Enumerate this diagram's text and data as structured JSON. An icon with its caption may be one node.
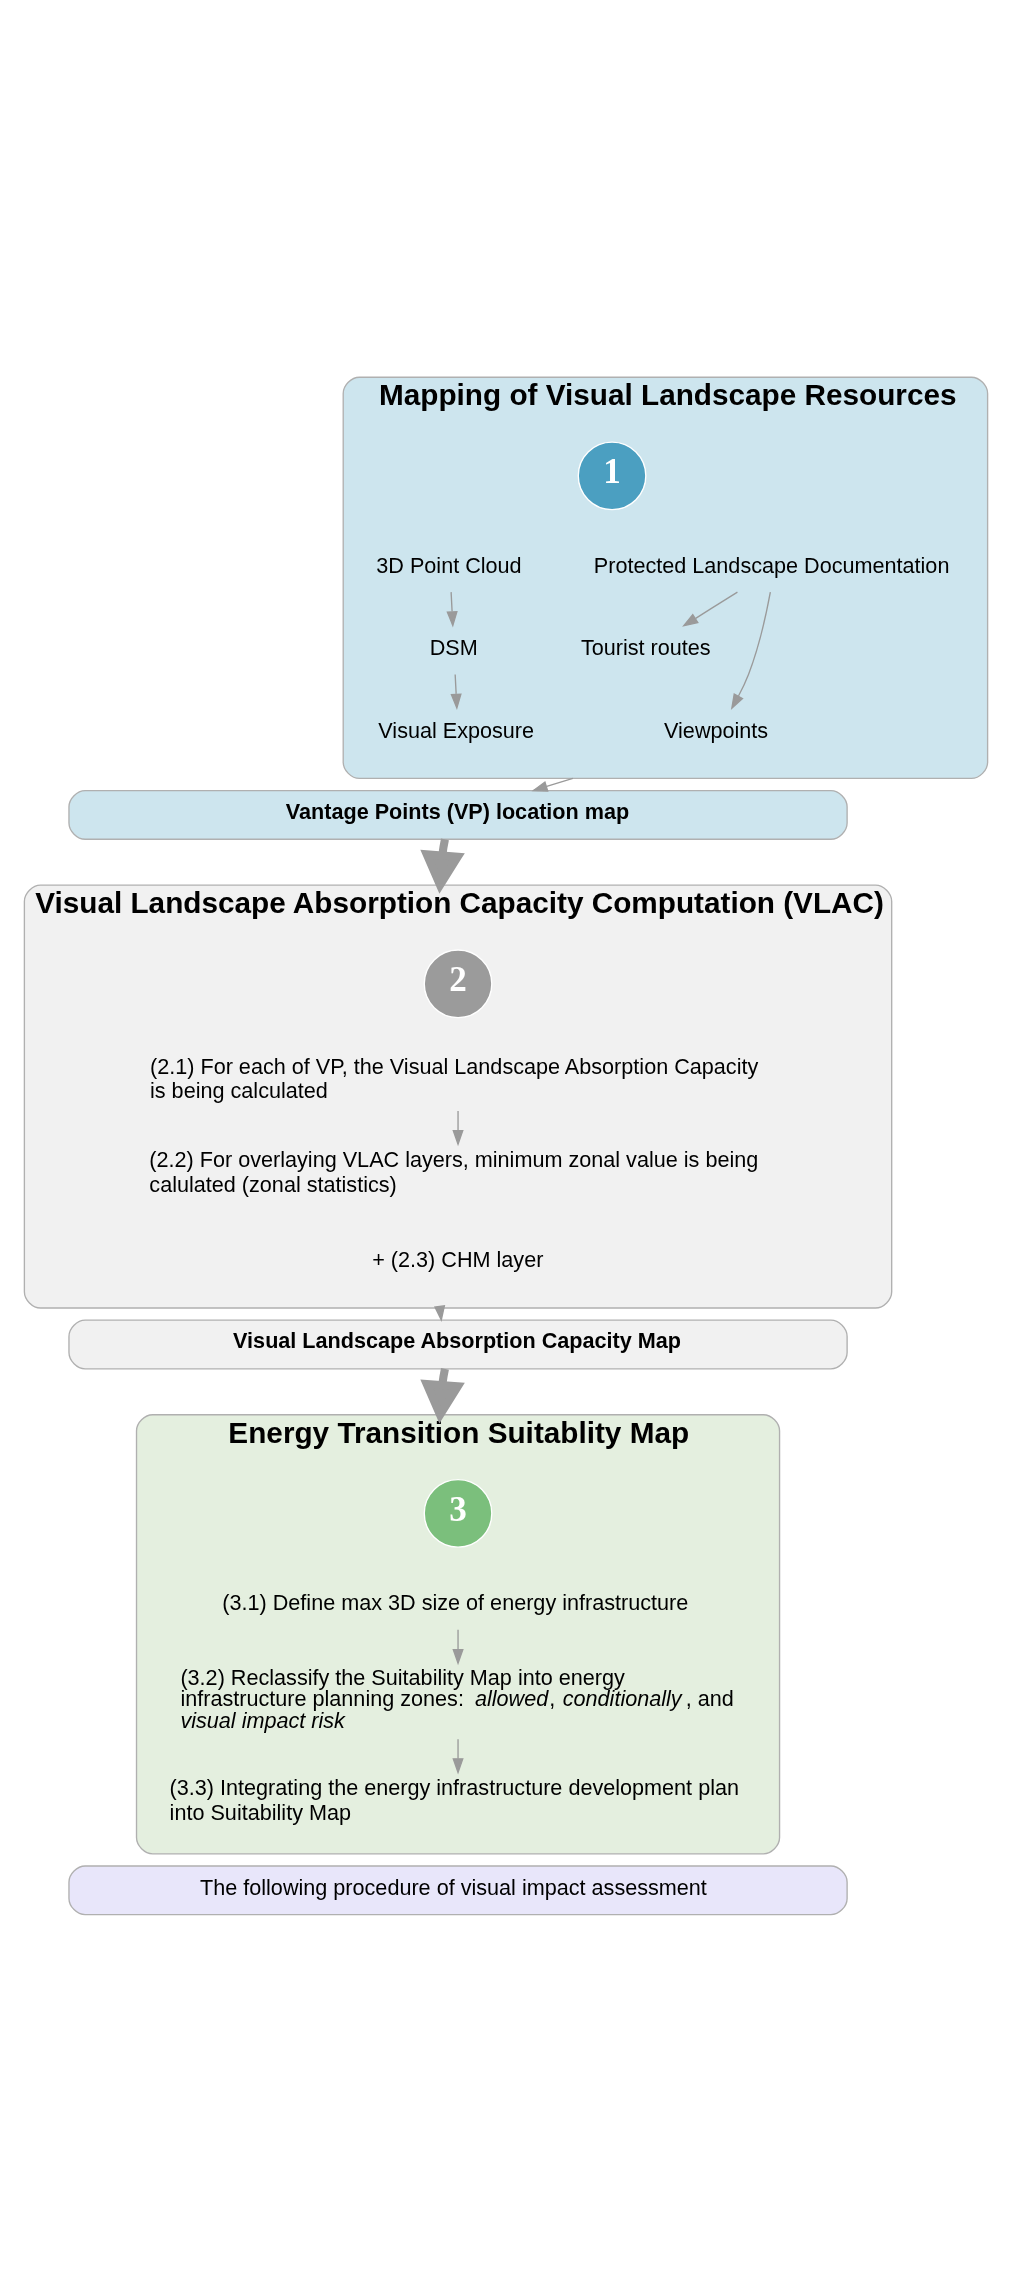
{
  "diagram": {
    "nodes": [
      {
        "text": [
          "Mapping of Visual Landscape Resources"
        ]
      },
      {
        "text": [
          "1"
        ],
        "in": 0
      },
      {
        "text": [
          "3D Point Cloud"
        ],
        "in": 0
      },
      {
        "text": [
          "DSM"
        ],
        "in": 0
      },
      {
        "text": [
          "Visual Exposure"
        ],
        "in": 0
      },
      {
        "text": [
          "Protected Landscape Documentation"
        ],
        "in": 0
      },
      {
        "text": [
          "Tourist routes"
        ],
        "in": 0
      },
      {
        "text": [
          "Viewpoints"
        ],
        "in": 0
      },
      {
        "text": [
          "Vantage Points (VP) location map"
        ]
      },
      {
        "text": [
          "Visual Landscape Absorption Capacity Computation (VLAC)"
        ]
      },
      {
        "text": [
          "2"
        ],
        "in": 9
      },
      {
        "text": [
          "(2.1) For each of VP, the Visual Landscape Absorption Capacity is being calculated"
        ],
        "in": 9
      },
      {
        "text": [
          "(2.2) For overlaying VLAC layers, minimum zonal value is being calulated (zonal statistics)"
        ],
        "in": 9
      },
      {
        "text": [
          "+ (2.3) CHM layer"
        ],
        "in": 9
      },
      {
        "text": [
          "Visual Landscape Absorption Capacity Map"
        ]
      },
      {
        "text": [
          "Energy Transition Suitablity Map"
        ]
      },
      {
        "text": [
          "3"
        ],
        "in": 15
      },
      {
        "text": [
          "(3.1) Define max 3D size of energy infrastructure"
        ],
        "in": 15
      },
      {
        "text": [
          "(3.2) Reclassify the Suitability Map into energy infrastructure planning zones: *allowed*, *conditionally*, and *visual impact risk*"
        ],
        "in": 15
      },
      {
        "text": [
          "(3.3) Integrating the energy infrastructure development plan into Suitability Map"
        ],
        "in": 15
      },
      {
        "text": [
          "The following procedure of visual impact assessment"
        ]
      }
    ],
    "edges": [
      {
        "from": 2,
        "to": 3,
        "arrow": "to"
      },
      {
        "from": 3,
        "to": 4,
        "arrow": "to"
      },
      {
        "from": 5,
        "to": 6,
        "arrow": "to"
      },
      {
        "from": 5,
        "to": 7,
        "arrow": "to"
      },
      {
        "from": 0,
        "to": 8,
        "arrow": "to"
      },
      {
        "from": 8,
        "to": 9,
        "arrow": "to",
        "style": "thick"
      },
      {
        "from": 11,
        "to": 12,
        "arrow": "to"
      },
      {
        "from": 9,
        "to": 14,
        "arrow": "to"
      },
      {
        "from": 14,
        "to": 15,
        "arrow": "to",
        "style": "thick"
      },
      {
        "from": 17,
        "to": 18,
        "arrow": "to"
      },
      {
        "from": 18,
        "to": 19,
        "arrow": "to"
      }
    ]
  }
}
